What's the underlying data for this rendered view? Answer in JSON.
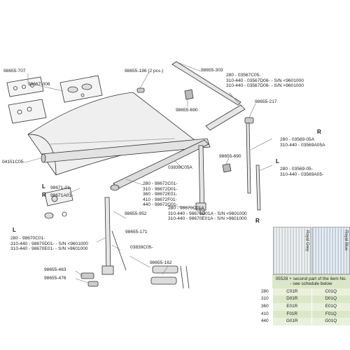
{
  "labels": {
    "p_98655_707": "98655-707",
    "p_98667_006": "98667-006",
    "p_98655_186": "98655-186 (2 pcs.)",
    "p_98655_303": "98655-303",
    "p_03567_1": "280 - 03567C05-",
    "p_03567_2": "310-440 - 03567D06- - S/N <9601000",
    "p_03567_3": "310-440 - 03567D06- - S/N >9601000",
    "p_98655_690_top": "98655-690",
    "p_98655_217": "98655-217",
    "p_03569_1": "280 - 03569-05A",
    "p_03569_2": "310-440 - 03569A05A",
    "p_03569b_1": "280 - 03569-05-",
    "p_03569b_2": "310-440 - 03569A05-",
    "p_98655_690_mid": "98655-690",
    "p_04151": "04151C05-",
    "p_03839_05a": "03839C05A",
    "p_98672_1": "280 - 98672C01-",
    "p_98672_2": "310 - 98672D01-",
    "p_98672_3": "360 - 98672E01-",
    "p_98672_4": "410 - 98672F01-",
    "p_98672_5": "440 - 98672G01-",
    "p_98671_1": "98671-01-",
    "p_98671_2": "98671A01-",
    "p_98655_952": "98655-952",
    "p_98670b_1": "280 - 98670C01A",
    "p_98670b_2": "310-440 - 98670D01A - S/N <9601000",
    "p_98670b_3": "310-440 - 98670E01A - S/N >9601000",
    "p_98670_1": "280 - 98670C01-",
    "p_98670_2": "310-440 - 98670D01- - S/N <9601000",
    "p_98670_3": "310-440 - 98670E01- - S/N >9601000",
    "p_98655_171": "98655-171",
    "p_03839_05": "03839C05-",
    "p_98655_162": "98655-162",
    "p_98655_463": "98655-463",
    "p_98655_476": "98655-476"
  },
  "sides": {
    "r_top": "R",
    "l_mid": "L",
    "l_left": "L",
    "r_left": "R",
    "r_bottom": "R",
    "l_bottom": "L"
  },
  "fabric": {
    "swatch_grey": "Royal Grey",
    "swatch_blue": "Royal Blue",
    "header": "05528 + second part of the item No. - see schedule below",
    "rows": [
      {
        "size": "280",
        "grey": "C01R",
        "blue": "C01Q"
      },
      {
        "size": "310",
        "grey": "D01R",
        "blue": "D01Q"
      },
      {
        "size": "360",
        "grey": "E01R",
        "blue": "E01Q"
      },
      {
        "size": "410",
        "grey": "F01R",
        "blue": "F01Q"
      },
      {
        "size": "440",
        "grey": "G01R",
        "blue": "G01Q"
      }
    ]
  }
}
